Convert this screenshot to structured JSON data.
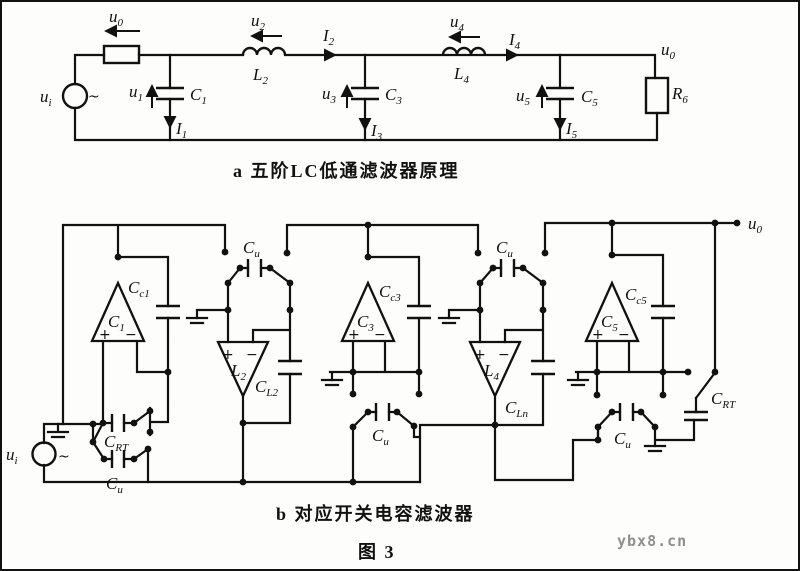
{
  "sym": {
    "plus": "+",
    "minus": "−",
    "tilde": "~"
  },
  "captions": {
    "a": "a  五阶LC低通滤波器原理",
    "b": "b  对应开关电容滤波器",
    "figure": "图   3",
    "watermark": "ybx8.cn"
  },
  "circuit_a": {
    "ui": {
      "m": "u",
      "s": "i"
    },
    "u0_top": {
      "m": "u",
      "s": "0"
    },
    "u1": {
      "m": "u",
      "s": "1"
    },
    "c1": {
      "m": "C",
      "s": "1"
    },
    "i1": {
      "m": "I",
      "s": "1"
    },
    "u2": {
      "m": "u",
      "s": "2"
    },
    "l2": {
      "m": "L",
      "s": "2"
    },
    "i2": {
      "m": "I",
      "s": "2"
    },
    "u3": {
      "m": "u",
      "s": "3"
    },
    "c3": {
      "m": "C",
      "s": "3"
    },
    "i3": {
      "m": "I",
      "s": "3"
    },
    "u4": {
      "m": "u",
      "s": "4"
    },
    "l4": {
      "m": "L",
      "s": "4"
    },
    "i4": {
      "m": "I",
      "s": "4"
    },
    "u5": {
      "m": "u",
      "s": "5"
    },
    "c5": {
      "m": "C",
      "s": "5"
    },
    "i5": {
      "m": "I",
      "s": "5"
    },
    "u0_out": {
      "m": "u",
      "s": "0"
    },
    "r6": {
      "m": "R",
      "s": "6"
    }
  },
  "circuit_b": {
    "ui": {
      "m": "u",
      "s": "i"
    },
    "u0": {
      "m": "u",
      "s": "0"
    },
    "op_c1": {
      "m": "C",
      "s": "1"
    },
    "op_l2": {
      "m": "L",
      "s": "2"
    },
    "op_c3": {
      "m": "C",
      "s": "3"
    },
    "op_l4": {
      "m": "L",
      "s": "4"
    },
    "op_c5": {
      "m": "C",
      "s": "5"
    },
    "cc1": {
      "m": "C",
      "s": "c1"
    },
    "cc3": {
      "m": "C",
      "s": "c3"
    },
    "cc5": {
      "m": "C",
      "s": "c5"
    },
    "cl2": {
      "m": "C",
      "s": "L2"
    },
    "cln": {
      "m": "C",
      "s": "Ln"
    },
    "crt_in": {
      "m": "C",
      "s": "RT"
    },
    "crt_out": {
      "m": "C",
      "s": "RT"
    },
    "cu_in": {
      "m": "C",
      "s": "u"
    },
    "cu_12": {
      "m": "C",
      "s": "u"
    },
    "cu_23": {
      "m": "C",
      "s": "u"
    },
    "cu_34": {
      "m": "C",
      "s": "u"
    },
    "cu_45": {
      "m": "C",
      "s": "u"
    }
  }
}
